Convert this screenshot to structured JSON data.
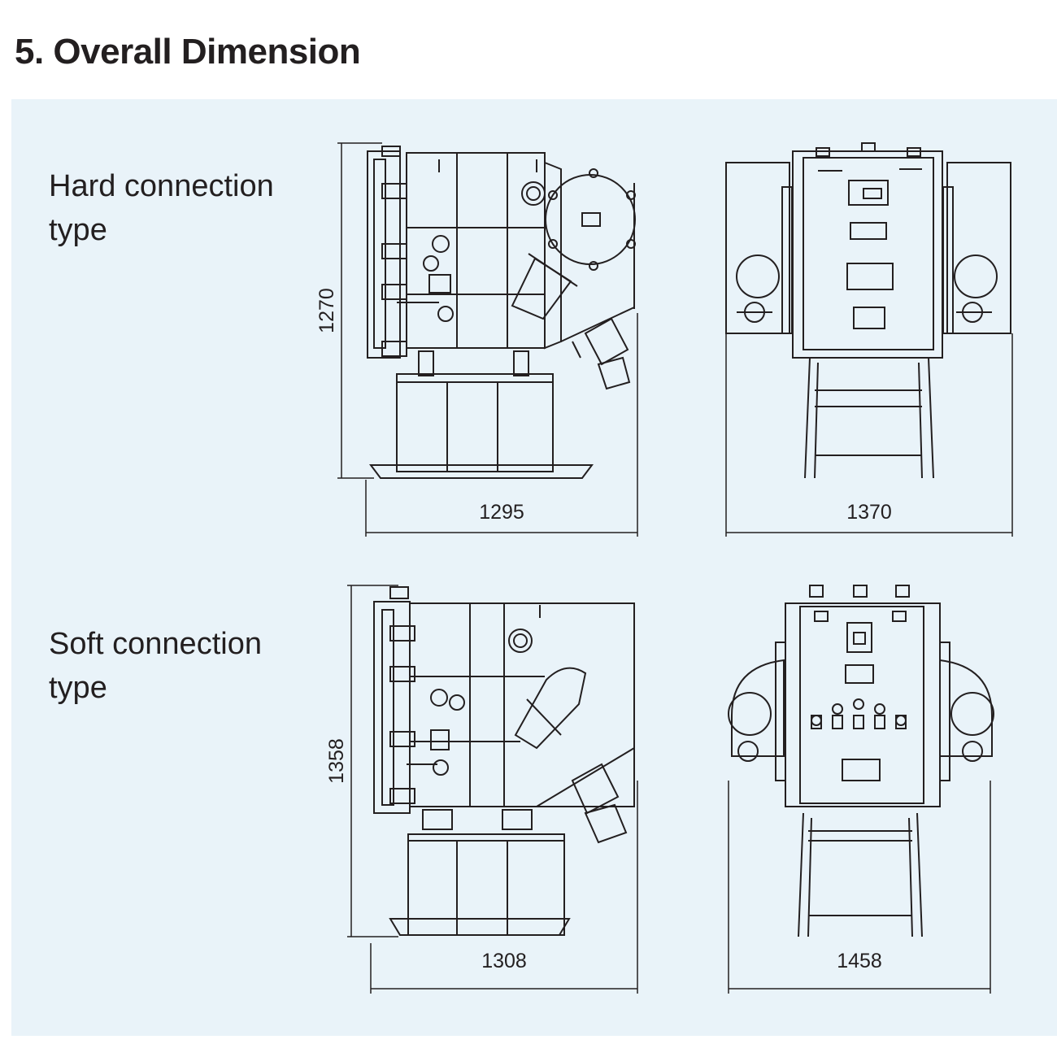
{
  "page": {
    "title": "5. Overall Dimension"
  },
  "rows": [
    {
      "label_line1": "Hard connection",
      "label_line2": "type",
      "side_width": "1295",
      "height": "1270",
      "front_width": "1370"
    },
    {
      "label_line1": "Soft connection",
      "label_line2": "type",
      "side_width": "1308",
      "height": "1358",
      "front_width": "1458"
    }
  ],
  "colors": {
    "panel_bg": "#e9f3f9",
    "line": "#231f20"
  }
}
